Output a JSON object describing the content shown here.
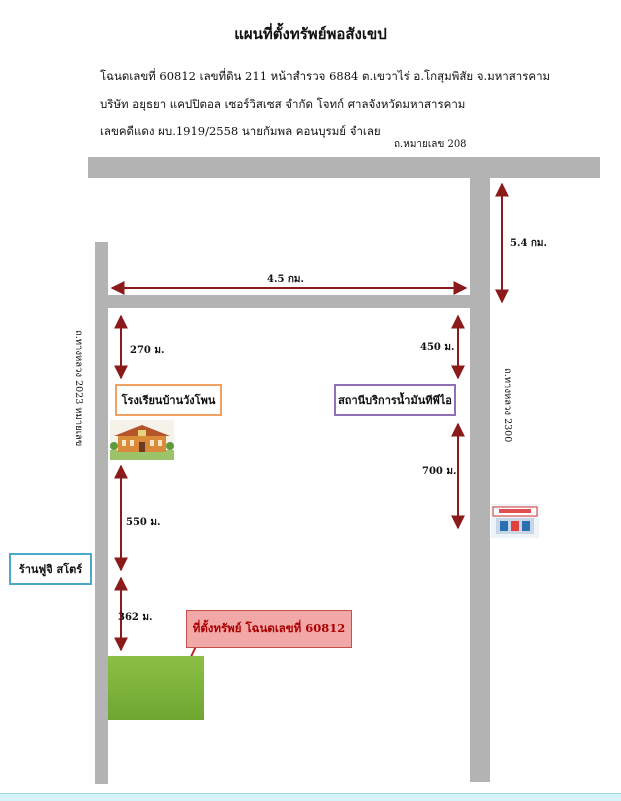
{
  "title": "แผนที่ตั้งทรัพย์พอสังเขป",
  "info_lines": [
    "โฉนดเลขที่ 60812 เลขที่ดิน 211 หน้าสำรวจ 6884 ต.เขวาไร่ อ.โกสุมพิสัย จ.มหาสารคาม",
    "บริษัท อยุธยา แคปปิตอล เซอร์วิสเซส จำกัด โจทก์   ศาลจังหวัดมหาสารคาม",
    "เลขคดีแดง ผบ.1919/2558 นายกัมพล คอนบุรมย์ จำเลย"
  ],
  "road_labels": {
    "top": "ถ.หมายเลข 208",
    "left": "ถ.ทางหลวง 2023 หมายเลข",
    "right": "ถ.ทางหลวง 2300"
  },
  "distances": {
    "top_right_vertical": "5.4 กม.",
    "horizontal": "4.5 กม.",
    "left_top": "270 ม.",
    "right_top": "450 ม.",
    "right_middle": "700 ม.",
    "left_middle": "550 ม.",
    "left_bottom": "362 ม."
  },
  "landmarks": {
    "school": "โรงเรียนบ้านวังโพน",
    "gas_station": "สถานีบริการน้ำมันทีพีไอ",
    "shop": "ร้านฟูจิ สโตร์",
    "property": "ที่ตั้งทรัพย์ โฉนดเลขที่ 60812"
  },
  "colors": {
    "road": "#b3b3b3",
    "arrow": "#8b1a1a",
    "school_border": "#f0a060",
    "gas_border": "#8e6fb8",
    "shop_border": "#4aa8c8",
    "property_fill": "#f3a8a8",
    "property_border": "#c44f4f",
    "plot_green": "#7db33a"
  }
}
